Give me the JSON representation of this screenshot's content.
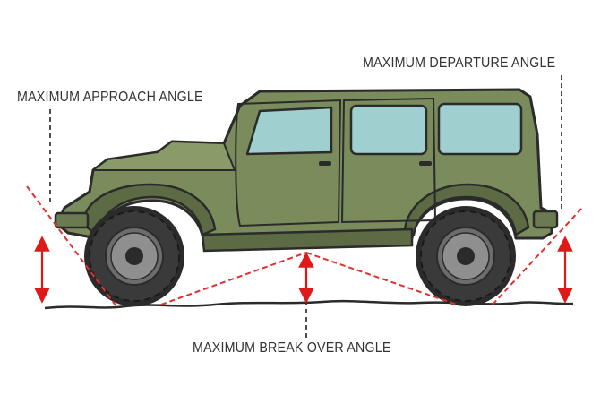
{
  "labels": {
    "approach": "MAXIMUM APPROACH ANGLE",
    "departure": "MAXIMUM DEPARTURE ANGLE",
    "breakover": "MAXIMUM BREAK OVER ANGLE"
  },
  "colors": {
    "body": "#7a8b5c",
    "body_dark": "#5d6b45",
    "outline": "#2b2b2b",
    "window": "#9fd0cf",
    "tire": "#3a3a3a",
    "rim": "#8f8f8f",
    "guide_line": "#e03030",
    "arrow": "#e01818",
    "leader": "#222222"
  },
  "icons": {
    "vehicle": "suv-side-view",
    "arrows": "double-headed-vertical-arrow"
  }
}
